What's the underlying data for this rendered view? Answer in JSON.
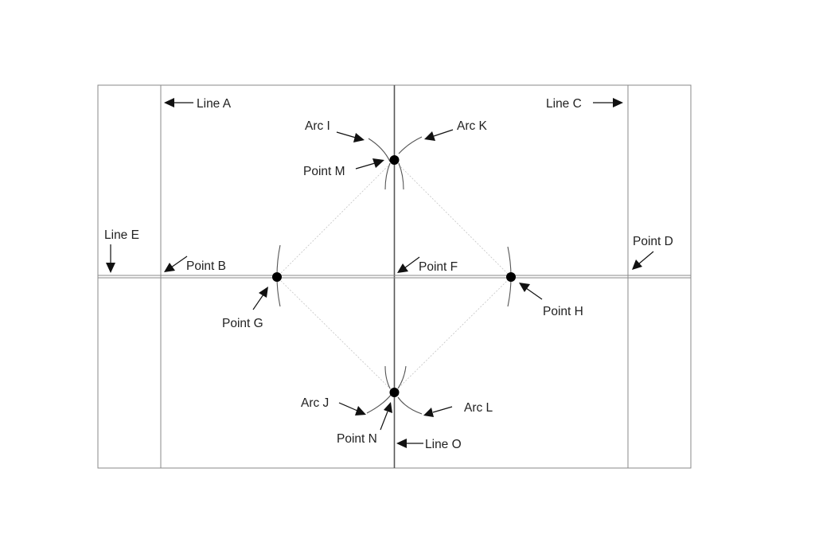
{
  "labels": {
    "line_a": "Line A",
    "line_c": "Line C",
    "line_e": "Line E",
    "line_o": "Line O",
    "arc_i": "Arc I",
    "arc_k": "Arc K",
    "arc_j": "Arc J",
    "arc_l": "Arc L",
    "point_b": "Point B",
    "point_d": "Point D",
    "point_f": "Point F",
    "point_g": "Point G",
    "point_h": "Point H",
    "point_m": "Point M",
    "point_n": "Point N"
  },
  "colors": {
    "frame": "#8a8a8a",
    "center_line": "#555555",
    "arc": "#555555",
    "construction_line": "#c4c4c4",
    "point": "#000000",
    "arrow": "#111111",
    "text": "#222222"
  }
}
